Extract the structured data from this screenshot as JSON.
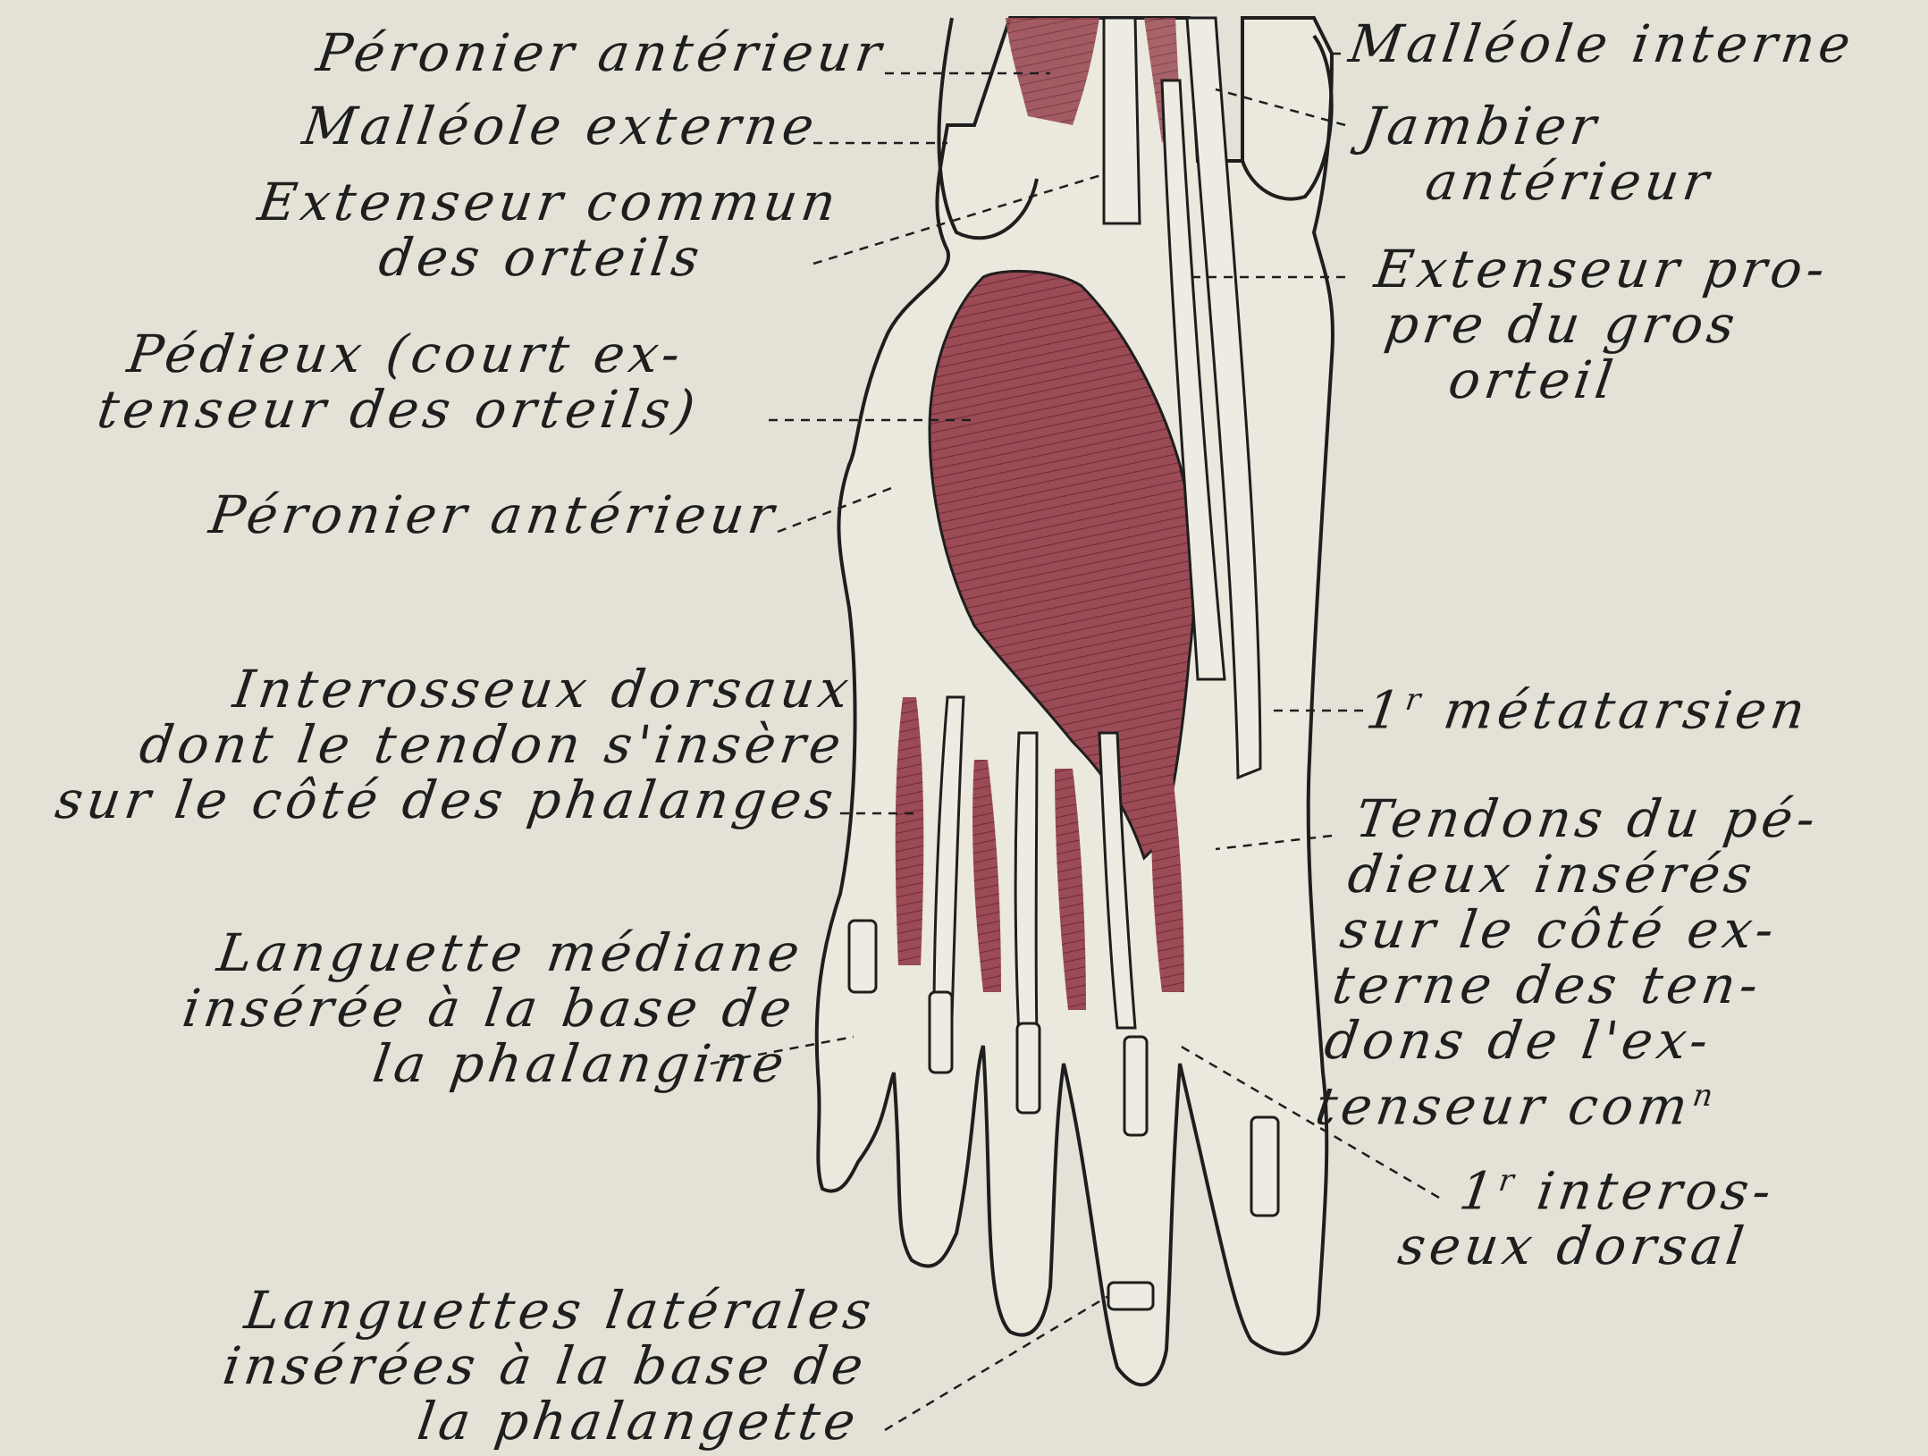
{
  "colors": {
    "paper": "#e4e2d7",
    "ink": "#1e1e1e",
    "muscle": "#9a4b55",
    "muscle_dark": "#6f2a34",
    "tendon": "#eeece2"
  },
  "labels": {
    "peronier_anterieur_top": "Péronier antérieur",
    "malleole_externe": "Malléole externe",
    "extenseur_commun": [
      "Extenseur commun",
      "des orteils"
    ],
    "pedieux": [
      "Pédieux (court ex-",
      "tenseur des orteils)"
    ],
    "peronier_anterieur_mid": "Péronier antérieur",
    "interosseux": [
      "Interosseux dorsaux",
      "dont le tendon s'insère",
      "sur le côté des phalanges"
    ],
    "languette_mediane": [
      "Languette médiane",
      "insérée à la base de",
      "la phalangine"
    ],
    "languettes_laterales": [
      "Languettes latérales",
      "insérées à la base de",
      "la phalangette"
    ],
    "malleole_interne": "Malléole interne",
    "jambier_anterieur": [
      "Jambier",
      "antérieur"
    ],
    "extenseur_propre": [
      "Extenseur pro-",
      "pre du gros",
      "orteil"
    ],
    "metatarsien_num": "1",
    "metatarsien_sup": "r",
    "metatarsien_text": "métatarsien",
    "tendons_pedieux": [
      "Tendons du pé-",
      "dieux insérés",
      "sur le côté ex-",
      "terne des ten-",
      "dons de l'ex-"
    ],
    "tendons_pedieux_last": "tenseur com",
    "tendons_pedieux_sup": "n",
    "interosseux_dorsal_num": "1",
    "interosseux_dorsal_sup": "r",
    "interosseux_dorsal_text": "interos-",
    "interosseux_dorsal_line2": "seux dorsal"
  }
}
